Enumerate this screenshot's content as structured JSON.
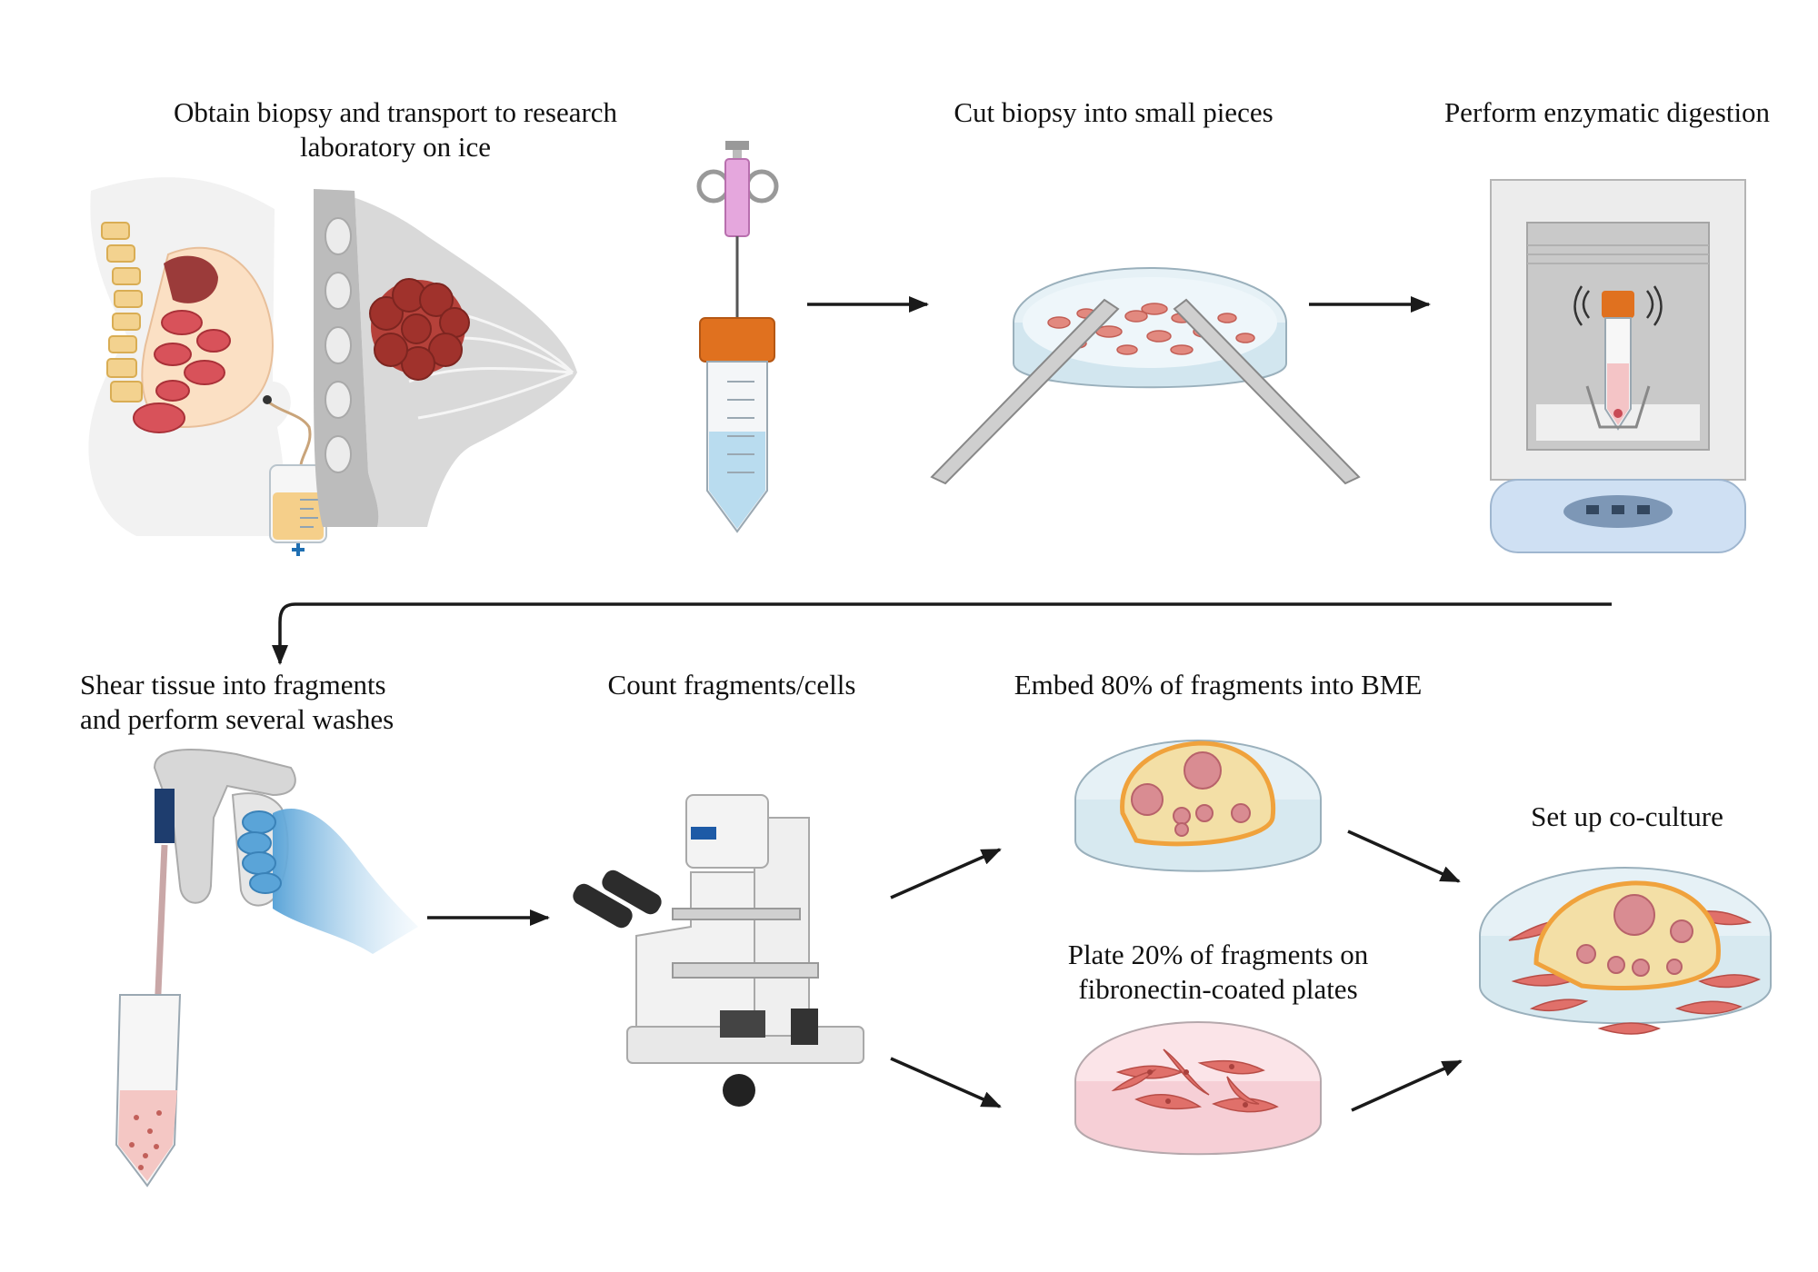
{
  "steps": {
    "biopsy": {
      "line1": "Obtain biopsy and transport to research",
      "line2": "laboratory on ice"
    },
    "cut": {
      "text": "Cut biopsy into small pieces"
    },
    "digest": {
      "text": "Perform enzymatic digestion"
    },
    "shear": {
      "line1": "Shear tissue into fragments",
      "line2": "and perform several washes"
    },
    "count": {
      "text": "Count fragments/cells"
    },
    "embed": {
      "text": "Embed 80% of fragments into BME"
    },
    "plate": {
      "line1": "Plate 20% of fragments on",
      "line2": "fibronectin-coated plates"
    },
    "coculture": {
      "text": "Set up co-culture"
    }
  },
  "colors": {
    "arrow": "#1a1a1a",
    "tissue": "#b5413a",
    "fibroblast": "#e0706a",
    "bme_gel": "#f3dfa6",
    "bme_rim": "#f0a23c",
    "tube_cap": "#e0711f",
    "liquid": "#b9dcef",
    "incubator_base": "#cfe0f3",
    "glove": "#6aaedd"
  },
  "icons": [
    "abdomen-drain-icon",
    "breast-tumor-icon",
    "syringe-tube-icon",
    "petri-dish-scalpel-icon",
    "incubator-shaker-icon",
    "pipette-controller-icon",
    "microscope-icon",
    "bme-dish-icon",
    "fibroblast-dish-icon",
    "coculture-dish-icon"
  ]
}
